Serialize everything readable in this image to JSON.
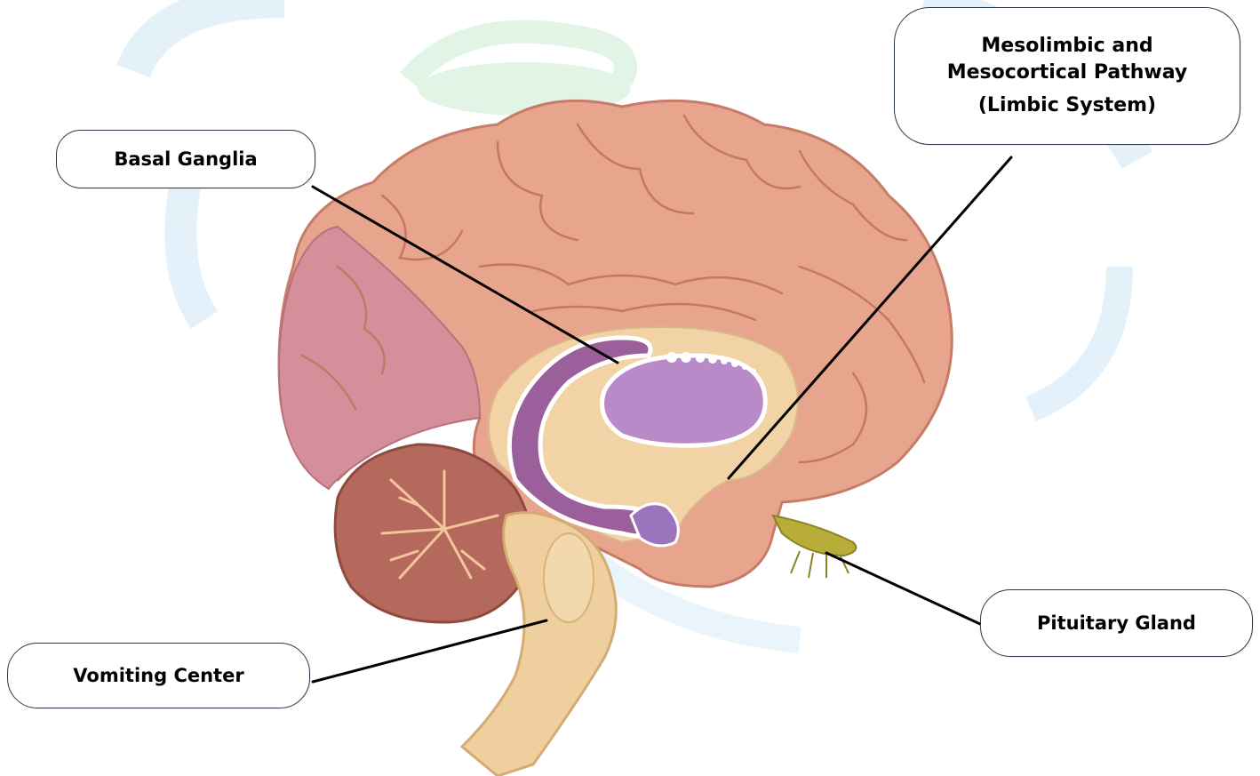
{
  "labels": {
    "basal_ganglia": "Basal Ganglia",
    "mesolimbic_line1": "Mesolimbic and",
    "mesolimbic_line2": "Mesocortical Pathway",
    "mesolimbic_line3": "(Limbic System)",
    "pituitary": "Pituitary Gland",
    "vomiting": "Vomiting Center"
  },
  "colors": {
    "cortex": "#e8a58e",
    "frontal_lobe": "#d48f9b",
    "cerebellum": "#b5685c",
    "brainstem": "#efcf9e",
    "limbic_purple": "#9b5f9c",
    "basal_purple": "#b98ac8",
    "pituitary": "#b9ad3a",
    "watermark_blue": "#cfe6f5",
    "watermark_green": "#c9ecd0"
  }
}
